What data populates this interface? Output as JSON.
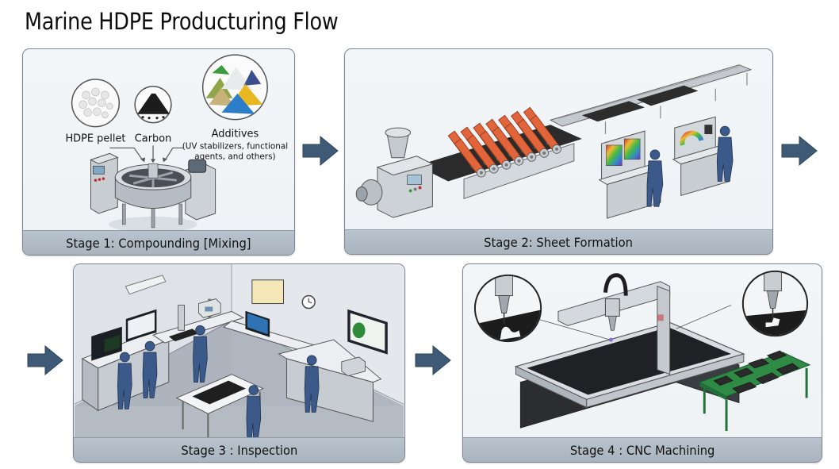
{
  "title": "Marine HDPE Producturing Flow",
  "colors": {
    "arrow": "#3e5a76",
    "caption_bar": "#aeb9c4",
    "panel_border": "#7d8590",
    "panel_bg": "#f1f4f7",
    "roller_orange": "#e2643a",
    "worker_blue": "#3b5a8a",
    "table_green": "#2f8a46",
    "hdpe_sheet": "#2b2b2b"
  },
  "stages": [
    {
      "number": 1,
      "caption": "Stage 1: Compounding [Mixing]",
      "inputs": [
        {
          "label": "HDPE pellet",
          "icon": "white-pellets-icon"
        },
        {
          "label": "Carbon",
          "icon": "carbon-pile-icon"
        },
        {
          "label": "Additives",
          "sublabel_line1": "(UV stabilizers, functional",
          "sublabel_line2": "agents, and others)",
          "icon": "colored-additives-icon"
        }
      ],
      "equipment": [
        "control-cabinet",
        "mixing-vessel",
        "motor-unit"
      ]
    },
    {
      "number": 2,
      "caption": "Stage 2: Sheet Formation",
      "equipment": [
        "extruder-hopper",
        "calender-rollers",
        "cooling-conveyor",
        "qc-workstation",
        "color-analysis-workstation"
      ]
    },
    {
      "number": 3,
      "caption": "Stage 3 : Inspection",
      "equipment": [
        "data-monitors",
        "microscope",
        "testing-instrument",
        "inspection-table",
        "analysis-display"
      ]
    },
    {
      "number": 4,
      "caption": "Stage 4 : CNC Machining",
      "equipment": [
        "cnc-router-table",
        "spindle-detail-left",
        "spindle-detail-right",
        "parts-table"
      ]
    }
  ],
  "arrows": [
    {
      "from": "stage-1",
      "to": "stage-2",
      "direction": "right"
    },
    {
      "from": "stage-2",
      "to": "next-row",
      "direction": "right"
    },
    {
      "from": "previous-row",
      "to": "stage-3",
      "direction": "right"
    },
    {
      "from": "stage-3",
      "to": "stage-4",
      "direction": "right"
    }
  ]
}
